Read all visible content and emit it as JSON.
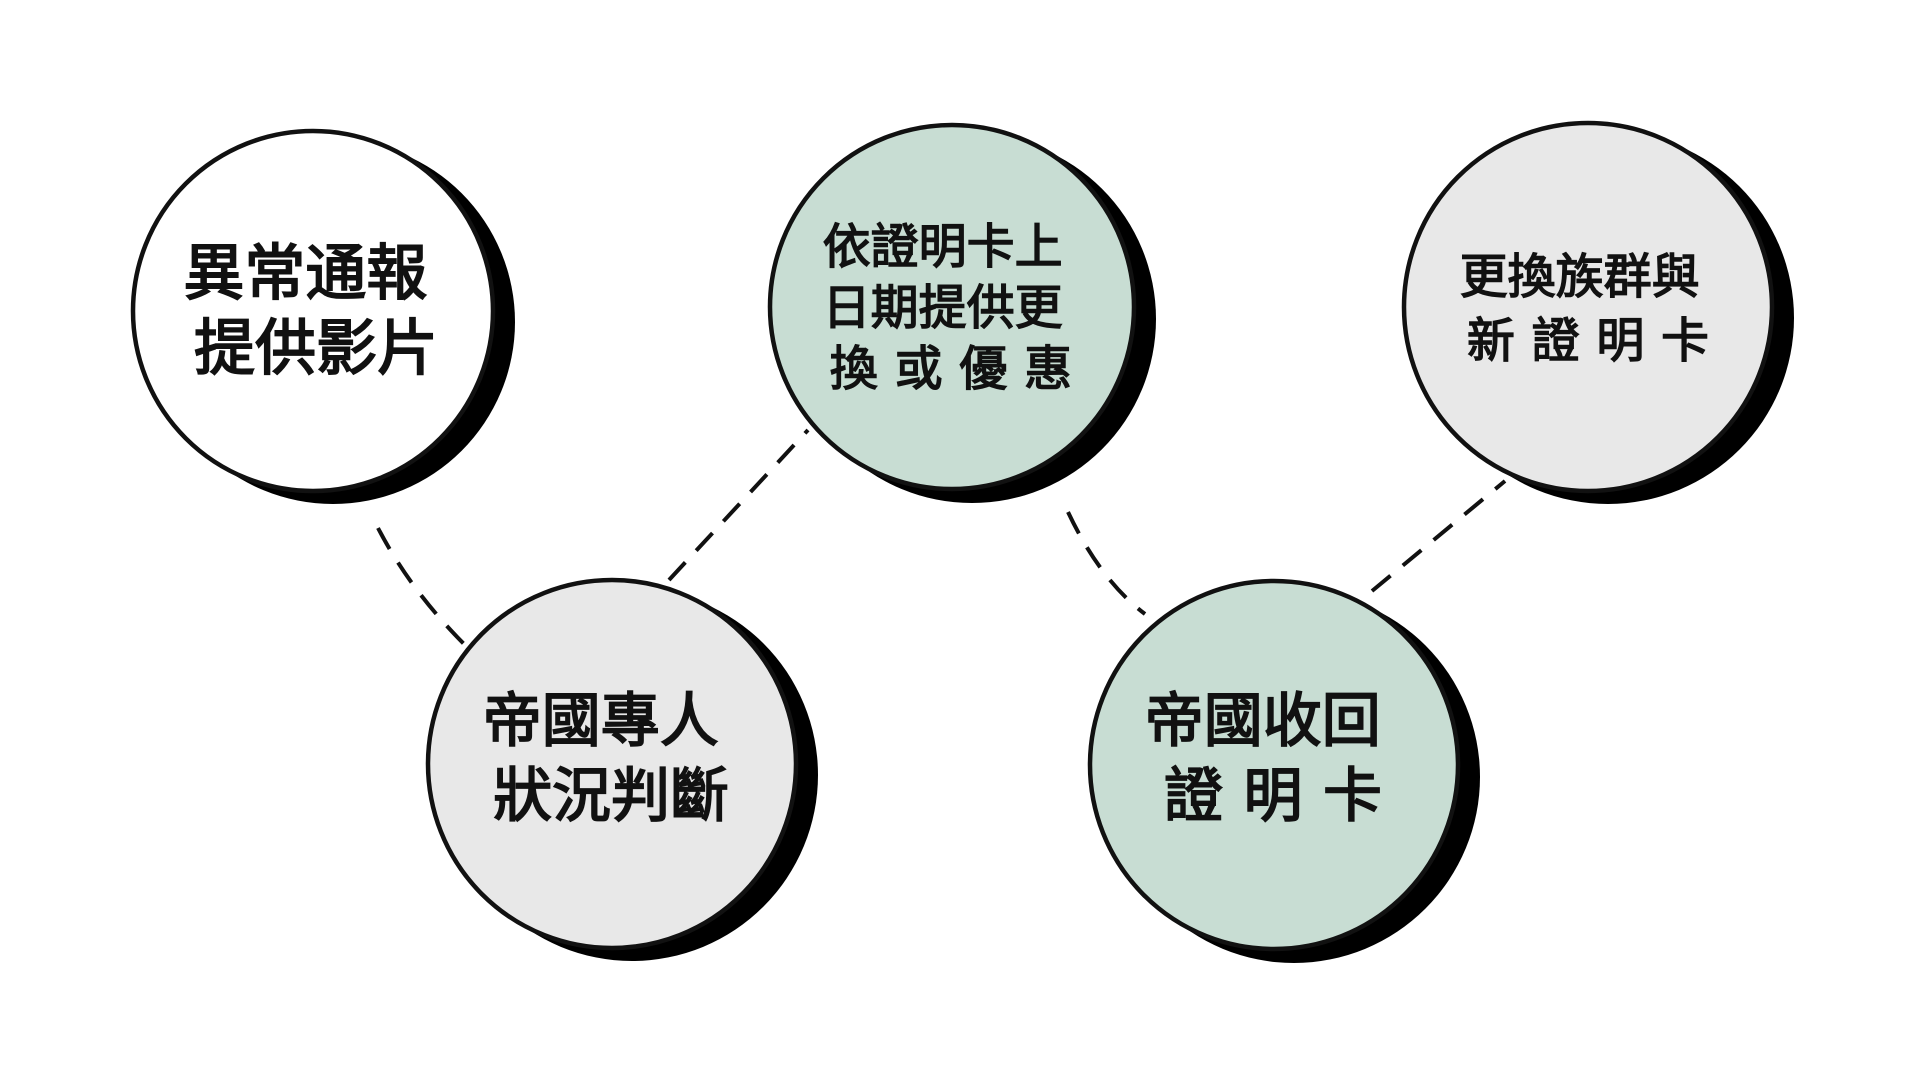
{
  "diagram": {
    "nodes": [
      {
        "id": "report",
        "lines": [
          "異常通報",
          "提供影片"
        ],
        "fill": "#ffffff"
      },
      {
        "id": "judge",
        "lines": [
          "帝國專人",
          "狀況判斷"
        ],
        "fill": "#e8e8e8"
      },
      {
        "id": "exchange",
        "lines": [
          "依證明卡上",
          "日期提供更",
          "換 或 優 惠"
        ],
        "fill": "#c8ddd3"
      },
      {
        "id": "recall",
        "lines": [
          "帝國收回",
          "證 明 卡"
        ],
        "fill": "#c8ddd3"
      },
      {
        "id": "replace",
        "lines": [
          "更換族群與",
          "新 證 明 卡"
        ],
        "fill": "#e8e8e8"
      }
    ],
    "connectors": [
      {
        "from": "report",
        "to": "judge"
      },
      {
        "from": "judge",
        "to": "exchange"
      },
      {
        "from": "exchange",
        "to": "recall"
      },
      {
        "from": "recall",
        "to": "replace"
      }
    ],
    "colors": {
      "outline": "#111111",
      "shadow": "#000000",
      "white": "#ffffff",
      "grey": "#e8e8e8",
      "green": "#c8ddd3"
    }
  }
}
